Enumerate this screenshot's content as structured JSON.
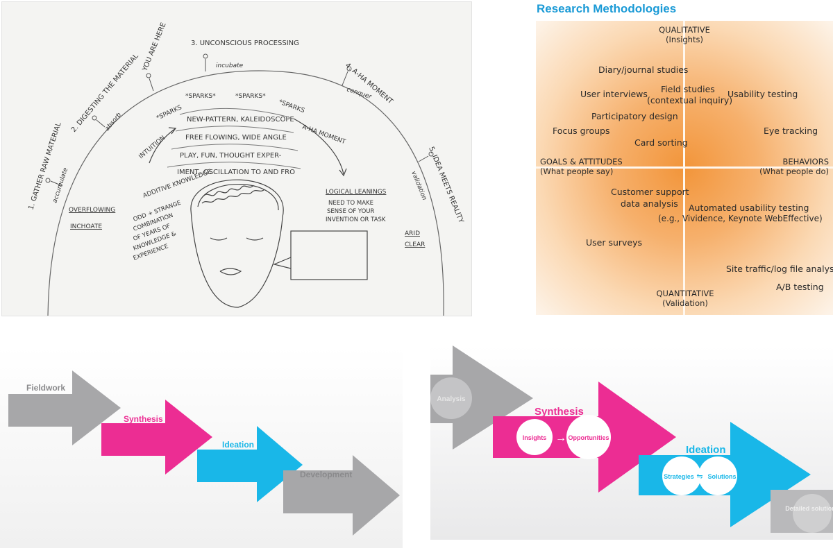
{
  "sketch": {
    "stages": {
      "s1": "1. GATHER RAW MATERIAL",
      "s1_note": "accumulate",
      "s2": "2. DIGESTING THE MATERIAL",
      "s2_note": "absorb",
      "you_are_here": "YOU ARE HERE",
      "s3": "3. UNCONSCIOUS PROCESSING",
      "s3_note": "incubate",
      "s4": "4. A-HA MOMENT",
      "s4_note": "conquer",
      "s5": "5. IDEA MEETS REALITY",
      "s5_note": "validation"
    },
    "waves": [
      "NEW-PATTERN, KALEIDOSCOPE",
      "FREE FLOWING, WIDE ANGLE",
      "PLAY, FUN, THOUGHT EXPER-",
      "IMENT, OSCILLATION TO AND FRO"
    ],
    "sparks": [
      "*SPARKS",
      "*SPARKS*",
      "*SPARKS*",
      "*SPARKS"
    ],
    "intuition": "INTUITION",
    "aha_moment": "A-HA MOMENT",
    "additive": {
      "title": "ADDITIVE KNOWLEDGE",
      "lines": [
        "ODD + STRANGE",
        "COMBINATION",
        "OF YEARS OF",
        "KNOWLEDGE &",
        "EXPERIENCE"
      ]
    },
    "overflowing": "OVERFLOWING",
    "inchoate": "INCHOATE",
    "logical": {
      "title": "LOGICAL LEANINGS",
      "lines": [
        "NEED TO MAKE",
        "SENSE OF YOUR",
        "INVENTION OR TASK"
      ]
    },
    "arid": "ARID",
    "clear": "CLEAR"
  },
  "research": {
    "title": "Research Methodologies",
    "axes": {
      "top": "QUALITATIVE",
      "top_sub": "(Insights)",
      "bottom": "QUANTITATIVE",
      "bottom_sub": "(Validation)",
      "left": "GOALS & ATTITUDES",
      "left_sub": "(What people say)",
      "right": "BEHAVIORS",
      "right_sub": "(What people do)"
    },
    "methods": [
      "Diary/journal studies",
      "User interviews",
      "Field studies",
      "(contextual inquiry)",
      "Usability testing",
      "Participatory design",
      "Focus groups",
      "Eye tracking",
      "Card sorting",
      "Customer support",
      "data analysis",
      "Automated usability testing",
      "(e.g., Vividence, Keynote WebEffective)",
      "User surveys",
      "Site traffic/log file analysis",
      "A/B testing"
    ],
    "colors": {
      "title": "#1a9ad6",
      "center": "#f29a3a",
      "edge": "#fdf3e8"
    }
  },
  "process_left": {
    "steps": [
      "Fieldwork",
      "Synthesis",
      "Ideation",
      "Development"
    ],
    "colors": {
      "gray": "#a7a7a9",
      "pink": "#ec2d93",
      "cyan": "#19b7e8"
    }
  },
  "process_right": {
    "analysis": "Analysis",
    "synthesis": "Synthesis",
    "insights": "Insights",
    "opportunities": "Opportunities",
    "ideation": "Ideation",
    "strategies": "Strategies",
    "solutions": "Solutions",
    "detailed": "Detailed solutions",
    "arrow_glyph": "→",
    "swap_glyph": "⇋"
  }
}
